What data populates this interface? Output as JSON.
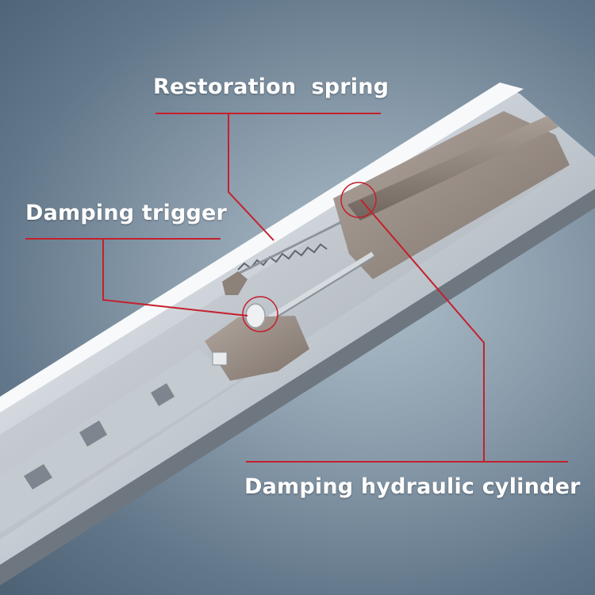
{
  "labels": {
    "restoration_spring": "Restoration  spring",
    "damping_trigger": "Damping trigger",
    "damping_hydraulic_cylinder": "Damping hydraulic cylinder"
  },
  "colors": {
    "leader_line": "#c4202d",
    "label_text": "#ffffff",
    "plastic_part": "#9b8f86"
  }
}
